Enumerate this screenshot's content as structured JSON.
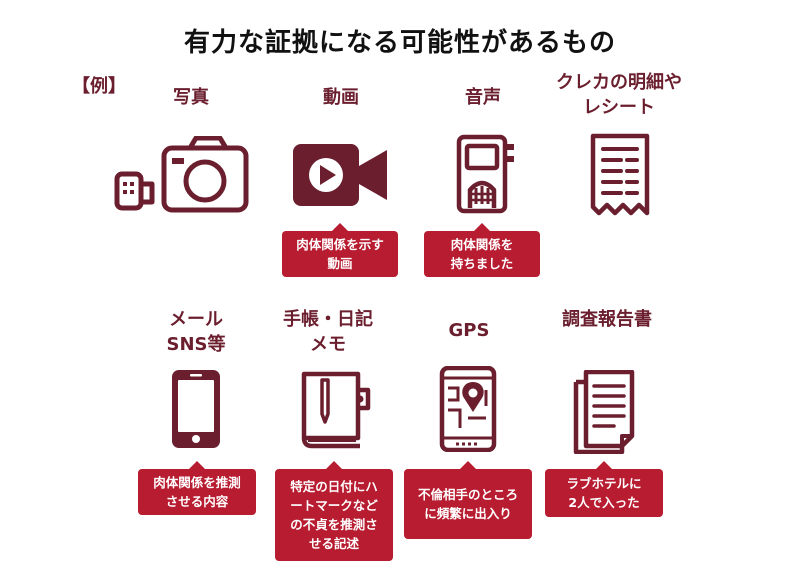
{
  "title": "有力な証拠になる可能性があるもの",
  "example_label": "【例】",
  "colors": {
    "accent": "#6b1f2e",
    "callout": "#b71c30"
  },
  "items": [
    {
      "label": "写真",
      "icon": "camera-icon"
    },
    {
      "label": "動画",
      "icon": "video-camera-icon",
      "callout": "肉体関係を示す\n動画"
    },
    {
      "label": "音声",
      "icon": "voice-recorder-icon",
      "callout": "肉体関係を\n持ちました"
    },
    {
      "label": "クレカの明細や\nレシート",
      "icon": "receipt-icon"
    },
    {
      "label": "メール\nSNS等",
      "icon": "smartphone-icon",
      "callout": "肉体関係を推測\nさせる内容"
    },
    {
      "label": "手帳・日記\nメモ",
      "icon": "notebook-icon",
      "callout": "特定の日付にハ\nートマークなど\nの不貞を推測さ\nせる記述"
    },
    {
      "label": "GPS",
      "icon": "gps-map-phone-icon",
      "callout": "不倫相手のところ\nに頻繁に出入り"
    },
    {
      "label": "調査報告書",
      "icon": "report-documents-icon",
      "callout": "ラブホテルに\n2人で入った"
    }
  ]
}
